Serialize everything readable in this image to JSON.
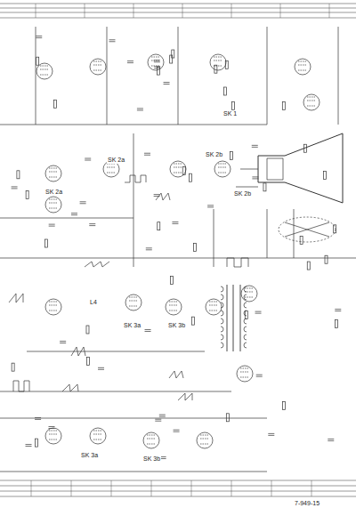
{
  "diagram": {
    "labels": [
      "SK 1",
      "SK 2a",
      "SK 2a",
      "SK 2b",
      "SK 2b",
      "SK 3a",
      "SK 3b",
      "SK 3a",
      "SK 3b",
      "L4",
      "7-949-15"
    ]
  }
}
